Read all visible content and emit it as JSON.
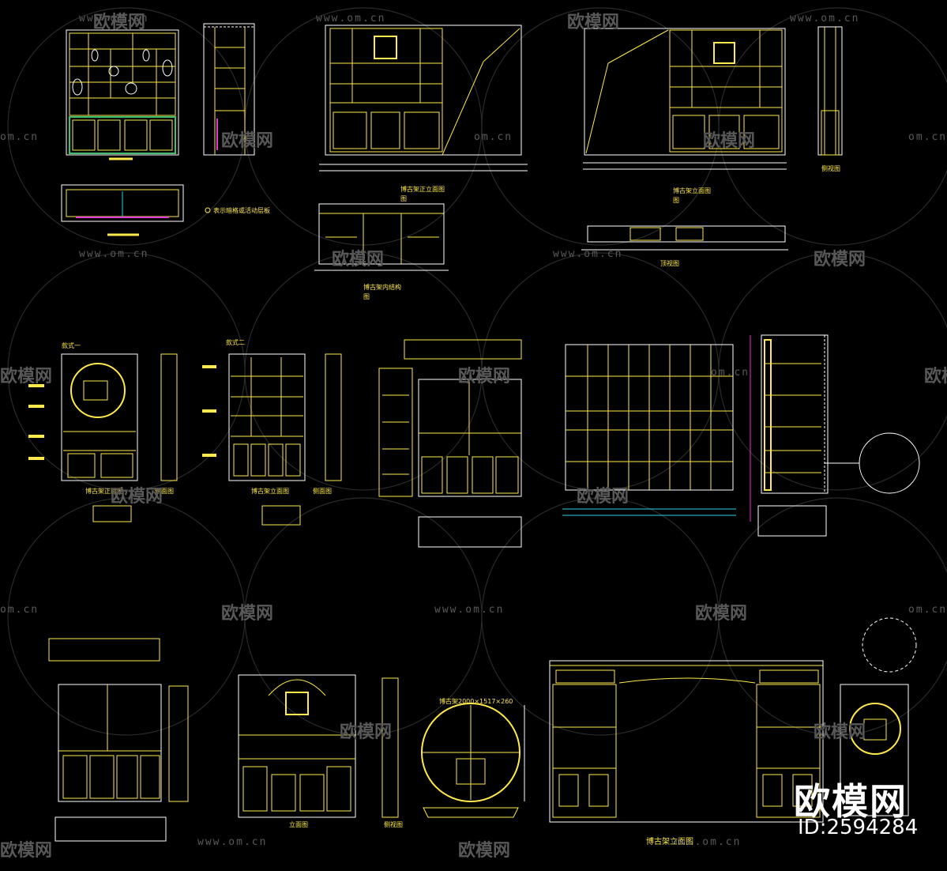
{
  "labels": {
    "legend_note": "表示暗格或活动层板",
    "front_elev_1": "博古架正立面图",
    "front_elev_1_b": "图",
    "inner_structure": "博古架内结构",
    "inner_structure_b": "图",
    "front_elev_2": "博古架立面图",
    "front_elev_2_b": "图",
    "side_view_1": "侧视图",
    "top_view": "顶视图",
    "style_one": "款式一",
    "style_two": "款式二",
    "elev_3": "博古架正面图",
    "side_view_2": "侧面图",
    "elev_4": "博古架立面图",
    "side_view_3": "侧面图",
    "elevation": "立面图",
    "side_view_4": "侧视图",
    "round_frame_spec": "博古架2000×1517×260",
    "final_elev": "博古架立面图"
  },
  "watermark": {
    "site": "www.om.cn",
    "site_short": "om.cn",
    "brand": "欧模网",
    "id": "ID:2594284"
  },
  "colors": {
    "background": "#000000",
    "line_yellow": "#ffe94d",
    "line_white": "#ffffff",
    "line_cyan": "#2fd0e0",
    "line_magenta": "#e03ad0",
    "line_green": "#40c070",
    "watermark_gray": "#585858"
  }
}
